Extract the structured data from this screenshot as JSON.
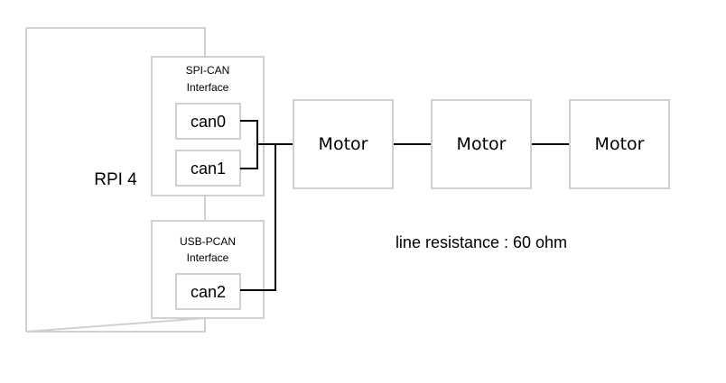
{
  "diagram": {
    "host": {
      "label": "RPI 4"
    },
    "interfaces": [
      {
        "title_line1": "SPI-CAN",
        "title_line2": "Interface",
        "ports": [
          "can0",
          "can1"
        ]
      },
      {
        "title_line1": "USB-PCAN",
        "title_line2": "Interface",
        "ports": [
          "can2"
        ]
      }
    ],
    "motors": [
      {
        "label": "Motor"
      },
      {
        "label": "Motor"
      },
      {
        "label": "Motor"
      }
    ],
    "note": "line resistance : 60 ohm"
  }
}
